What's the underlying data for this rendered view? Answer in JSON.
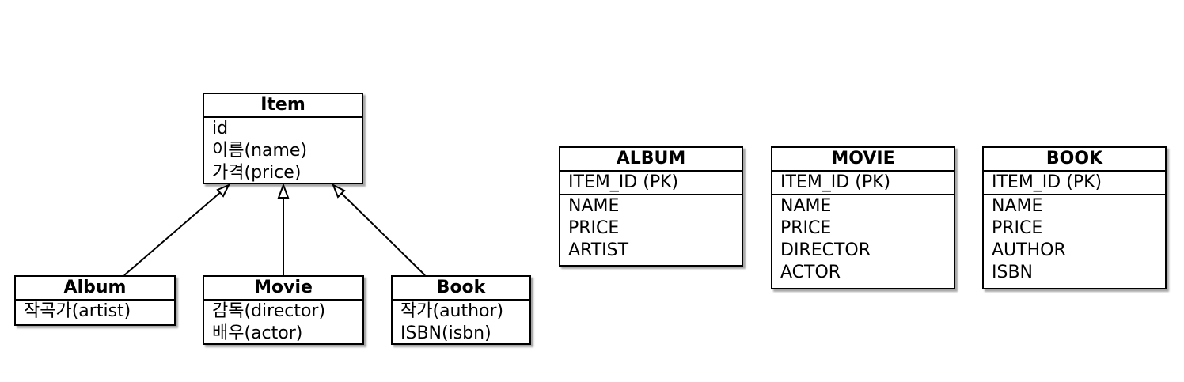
{
  "class_diagram": {
    "parent": {
      "name": "Item",
      "attributes": [
        "id",
        "이름(name)",
        "가격(price)"
      ]
    },
    "children": [
      {
        "name": "Album",
        "attributes": [
          "작곡가(artist)"
        ]
      },
      {
        "name": "Movie",
        "attributes": [
          "감독(director)",
          "배우(actor)"
        ]
      },
      {
        "name": "Book",
        "attributes": [
          "작가(author)",
          "ISBN(isbn)"
        ]
      }
    ]
  },
  "tables": [
    {
      "name": "ALBUM",
      "pk": "ITEM_ID (PK)",
      "columns": [
        "NAME",
        "PRICE",
        "ARTIST"
      ]
    },
    {
      "name": "MOVIE",
      "pk": "ITEM_ID (PK)",
      "columns": [
        "NAME",
        "PRICE",
        "DIRECTOR",
        "ACTOR"
      ]
    },
    {
      "name": "BOOK",
      "pk": "ITEM_ID (PK)",
      "columns": [
        "NAME",
        "PRICE",
        "AUTHOR",
        "ISBN"
      ]
    }
  ]
}
